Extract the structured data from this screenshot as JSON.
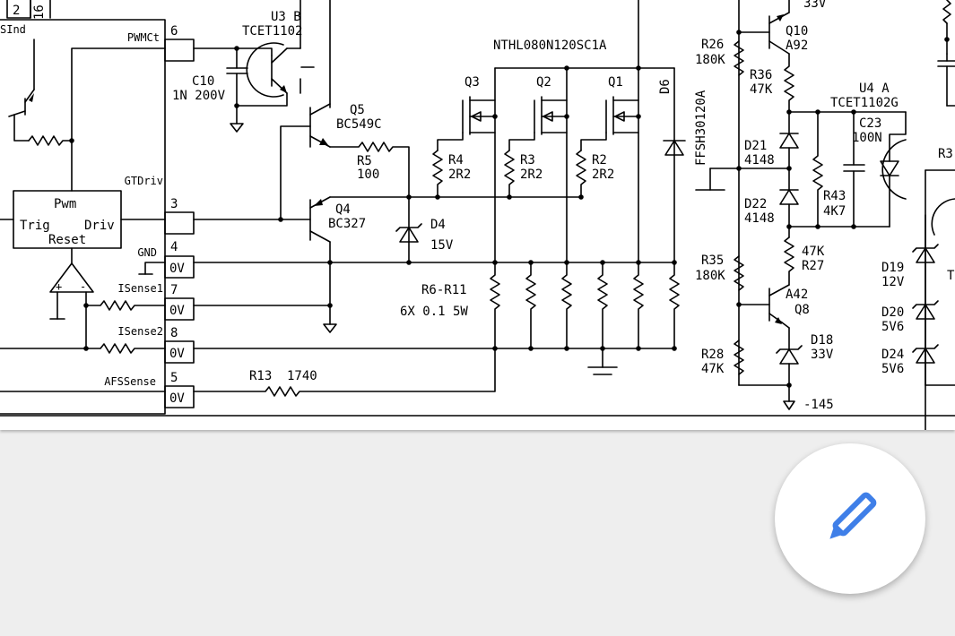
{
  "fab": {
    "icon": "pencil-icon",
    "color": "#3f7fe8"
  },
  "schematic": {
    "colors": {
      "ink": "#000000",
      "paper": "#ffffff",
      "background": "#eeeeee"
    },
    "top_fragments": {
      "pin_a": "2",
      "pin_b": "16",
      "signal_left": "SInd",
      "d_top": "33V"
    },
    "ic": {
      "pin_names": {
        "pwmct": "PWMCt",
        "gtdriv": "GTDriv",
        "gnd": "GND",
        "isense1": "ISense1",
        "isense2": "ISense2",
        "afssense": "AFSSense"
      },
      "pin_numbers": {
        "p6": "6",
        "p3": "3",
        "p4": "4",
        "p7": "7",
        "p8": "8",
        "p5": "5"
      },
      "pin_values": {
        "p4": "0V",
        "p7": "0V",
        "p8": "0V",
        "p5": "0V"
      },
      "block": {
        "line1": "Pwm",
        "trig": "Trig",
        "driv": "Driv",
        "reset": "Reset"
      },
      "opamp": {
        "plus": "+",
        "minus": "-"
      }
    },
    "u3b": {
      "ref": "U3 B",
      "part": "TCET1102"
    },
    "c10": {
      "ref": "C10",
      "value": "1N 200V"
    },
    "q5": {
      "ref": "Q5",
      "part": "BC549C"
    },
    "r5": {
      "ref": "R5",
      "value": "100"
    },
    "q4": {
      "ref": "Q4",
      "part": "BC327"
    },
    "d4": {
      "ref": "D4",
      "value": "15V"
    },
    "mosfets": {
      "part": "NTHL080N120SC1A",
      "q3": "Q3",
      "q2": "Q2",
      "q1": "Q1"
    },
    "gate_resistors": [
      {
        "ref": "R4",
        "value": "2R2"
      },
      {
        "ref": "R3",
        "value": "2R2"
      },
      {
        "ref": "R2",
        "value": "2R2"
      }
    ],
    "d6": {
      "ref": "D6",
      "part": "FFSH30120A"
    },
    "shunts": {
      "ref": "R6-R11",
      "value": "6X 0.1 5W"
    },
    "r13": {
      "ref": "R13",
      "value": "1740"
    },
    "r26": {
      "ref": "R26",
      "value": "180K"
    },
    "q10": {
      "ref": "Q10",
      "part": "A92"
    },
    "r36": {
      "ref": "R36",
      "value": "47K"
    },
    "u4a": {
      "ref": "U4 A",
      "part": "TCET1102G"
    },
    "c23": {
      "ref": "C23",
      "value": "100N"
    },
    "d21": {
      "ref": "D21",
      "value": "4148"
    },
    "d22": {
      "ref": "D22",
      "value": "4148"
    },
    "r43": {
      "ref": "R43",
      "value": "4K7"
    },
    "r27": {
      "ref": "R27",
      "value": "47K"
    },
    "r35": {
      "ref": "R35",
      "value": "180K"
    },
    "q8": {
      "ref": "Q8",
      "part": "A42"
    },
    "d18": {
      "ref": "D18",
      "value": "33V"
    },
    "r28": {
      "ref": "R28",
      "value": "47K"
    },
    "d19": {
      "ref": "D19",
      "value": "12V"
    },
    "d20": {
      "ref": "D20",
      "value": "5V6"
    },
    "d24": {
      "ref": "D24",
      "value": "5V6"
    },
    "r3x": {
      "ref": "R3"
    },
    "tr_frag": {
      "ref": "T"
    },
    "supply": {
      "label": "-145"
    }
  }
}
